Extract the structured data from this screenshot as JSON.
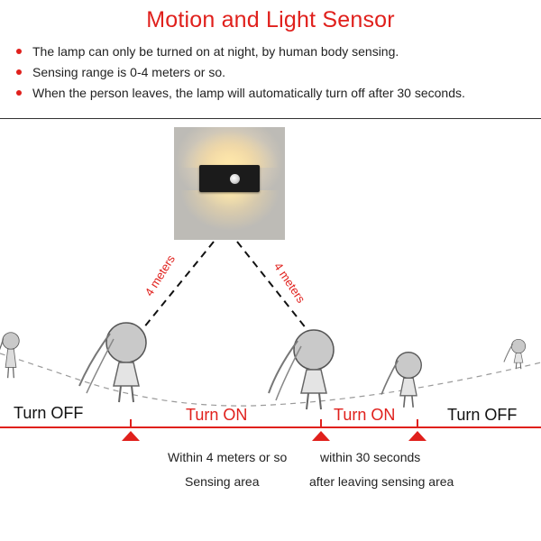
{
  "title": "Motion and Light Sensor",
  "bullets": [
    "The lamp can only be turned on at night,  by human body sensing.",
    "Sensing range is 0-4 meters or so.",
    "When the person leaves, the lamp will automatically turn off after 30 seconds."
  ],
  "diagram": {
    "distance_left": "4 meters",
    "distance_right": "4 meters",
    "zones": {
      "off_left": "Turn OFF",
      "on_left": "Turn ON",
      "on_right": "Turn ON",
      "off_right": "Turn OFF"
    },
    "captions": {
      "sensing_line1": "Within 4 meters or so",
      "sensing_line2": "Sensing area",
      "after_line1": "within 30 seconds",
      "after_line2": "after leaving sensing area"
    }
  },
  "colors": {
    "accent": "#e0201c",
    "text": "#222222"
  },
  "icons": [
    "lamp-photo",
    "child-figure-icon",
    "marker-triangle-icon"
  ]
}
